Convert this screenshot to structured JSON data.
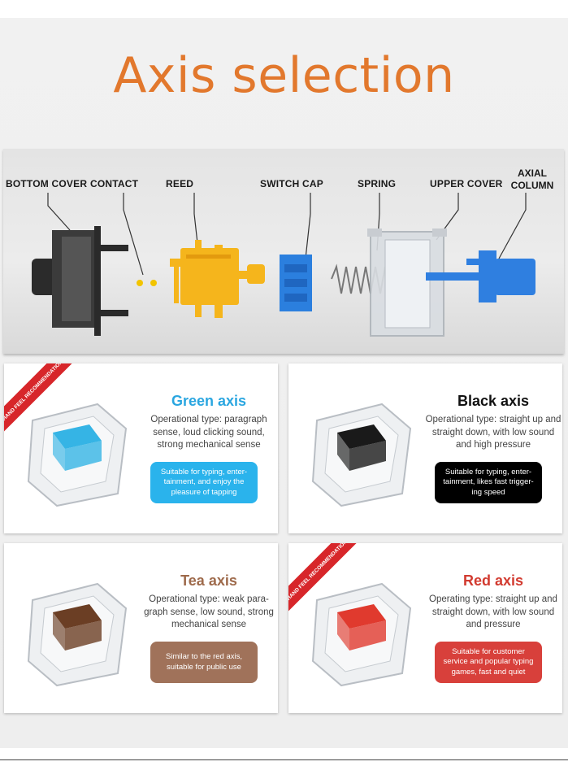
{
  "title": "Axis selection",
  "diagram": {
    "labels": {
      "bottom_cover": "BOTTOM COVER",
      "contact": "CONTACT",
      "reed": "REED",
      "switch_cap": "SWITCH CAP",
      "spring": "SPRING",
      "upper_cover": "UPPER COVER",
      "axial_column_line1": "AXIAL",
      "axial_column_line2": "COLUMN"
    }
  },
  "cards": [
    {
      "name": "Green axis",
      "desc": "Operational type: paragraph sense, loud clicking sound, strong mechanical sense",
      "note": "Suitable for typing, enter- tainment, and enjoy the pleasure of tapping",
      "ribbon": "HAND FEEL RECOMMENDATION",
      "stem_color": "#35b4e5",
      "title_color": "#2aa6e0",
      "pill_color": "#2ab3ec"
    },
    {
      "name": "Black axis",
      "desc": "Operational type: straight up and straight down, with low sound and high pressure",
      "note": "Suitable for typing, enter- tainment, likes fast trigger- ing speed",
      "stem_color": "#1a1a1a",
      "title_color": "#111111",
      "pill_color": "#000000"
    },
    {
      "name": "Tea axis",
      "desc": "Operational type: weak para- graph sense, low sound, strong mechanical sense",
      "note": "Similar to the red axis, suitable for public use",
      "stem_color": "#6b3e24",
      "title_color": "#9e6a4b",
      "pill_color": "#a0725a"
    },
    {
      "name": "Red axis",
      "desc": "Operating type: straight up and straight down, with low sound and pressure",
      "note": "Suitable for customer service and popular typing games, fast and quiet",
      "ribbon": "HAND FEEL RECOMMENDATION",
      "stem_color": "#e03a2e",
      "title_color": "#d23b30",
      "pill_color": "#d8403b"
    }
  ]
}
